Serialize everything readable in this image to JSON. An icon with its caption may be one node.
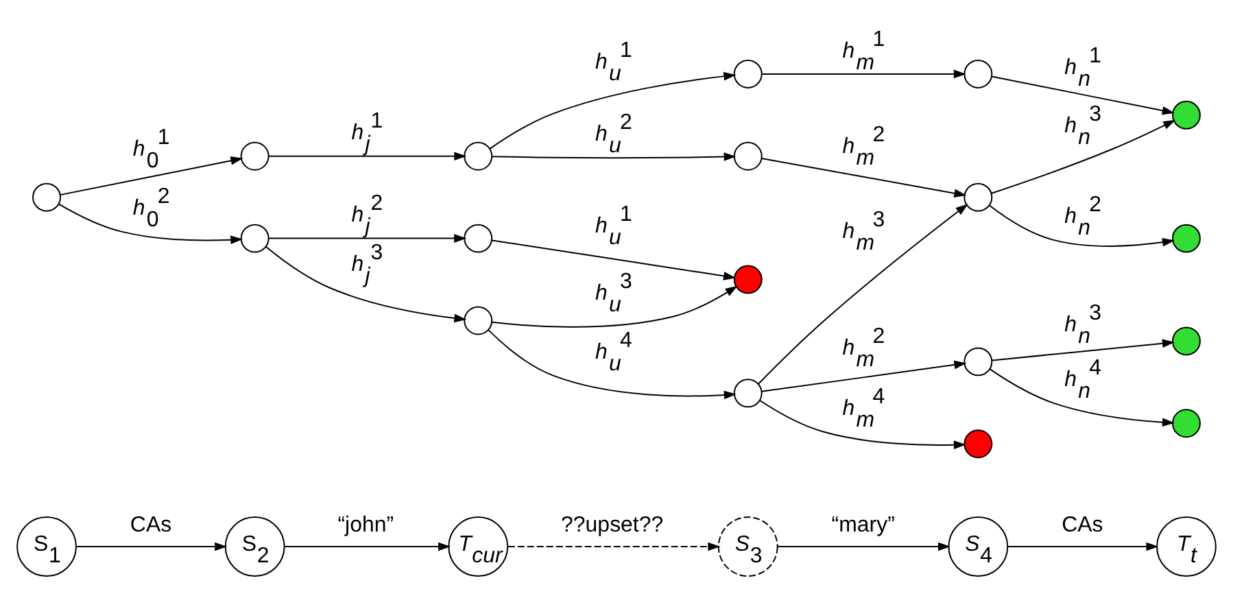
{
  "diagram": {
    "nodes": [
      {
        "text": [
          "S$_{1}$"
        ]
      },
      {
        "text": [
          "S$_{2}$"
        ]
      },
      {
        "text": [
          "*T*$_{cur}$"
        ]
      },
      {
        "text": [
          "*S*$_{3}$"
        ]
      },
      {
        "text": [
          "*S*$_{4}$"
        ]
      },
      {
        "text": [
          "*T*$_{t}$"
        ]
      },
      {
        "text": [],
        "shape": "circle"
      },
      {
        "text": [],
        "shape": "circle"
      },
      {
        "text": [],
        "shape": "circle"
      },
      {
        "text": [],
        "shape": "circle"
      },
      {
        "text": [],
        "shape": "circle"
      },
      {
        "text": [],
        "shape": "circle"
      },
      {
        "text": [],
        "shape": "circle"
      },
      {
        "text": [],
        "shape": "circle"
      },
      {
        "text": [],
        "shape": "circle"
      },
      {
        "text": [],
        "shape": "circle"
      },
      {
        "text": [],
        "shape": "circle"
      },
      {
        "text": [],
        "shape": "circle"
      },
      {
        "text": [],
        "shape": "circle"
      },
      {
        "text": [],
        "shape": "circle"
      },
      {
        "text": [],
        "shape": "circle"
      },
      {
        "text": [],
        "shape": "circle"
      },
      {
        "text": [],
        "shape": "circle"
      },
      {
        "text": [],
        "shape": "circle"
      }
    ],
    "edges": [
      {
        "from": 0,
        "to": 1,
        "arrow": "to",
        "label": "CAs"
      },
      {
        "from": 1,
        "to": 2,
        "arrow": "to",
        "label": "“john”"
      },
      {
        "from": 2,
        "to": 3,
        "arrow": "to",
        "label": "??upset??",
        "style": "dashed"
      },
      {
        "from": 3,
        "to": 4,
        "arrow": "to",
        "label": "“mary”"
      },
      {
        "from": 4,
        "to": 5,
        "arrow": "to",
        "label": "CAs"
      },
      {
        "from": 6,
        "to": 7,
        "arrow": "to",
        "label": "*h*$_{0}$$^{1}$"
      },
      {
        "from": 6,
        "to": 8,
        "arrow": "to",
        "label": "*h*$_{0}$$^{2}$"
      },
      {
        "from": 7,
        "to": 9,
        "arrow": "to",
        "label": "*h*$_{j}$$^{1}$"
      },
      {
        "from": 8,
        "to": 10,
        "arrow": "to",
        "label": "*h*$_{j}$$^{2}$"
      },
      {
        "from": 8,
        "to": 11,
        "arrow": "to",
        "label": "*h*$_{j}$$^{3}$"
      },
      {
        "from": 9,
        "to": 12,
        "arrow": "to",
        "label": "*h*$_{u}$$^{1}$"
      },
      {
        "from": 9,
        "to": 13,
        "arrow": "to",
        "label": "*h*$_{u}$$^{2}$"
      },
      {
        "from": 10,
        "to": 14,
        "arrow": "to",
        "label": "*h*$_{u}$$^{1}$"
      },
      {
        "from": 11,
        "to": 14,
        "arrow": "to",
        "label": "*h*$_{u}$$^{3}$"
      },
      {
        "from": 11,
        "to": 15,
        "arrow": "to",
        "label": "*h*$_{u}$$^{4}$"
      },
      {
        "from": 12,
        "to": 16,
        "arrow": "to",
        "label": "*h*$_{m}$$^{1}$"
      },
      {
        "from": 13,
        "to": 17,
        "arrow": "to",
        "label": "*h*$_{m}$$^{2}$"
      },
      {
        "from": 15,
        "to": 17,
        "arrow": "to",
        "label": "*h*$_{m}$$^{3}$"
      },
      {
        "from": 15,
        "to": 18,
        "arrow": "to",
        "label": "*h*$_{m}$$^{2}$"
      },
      {
        "from": 15,
        "to": 19,
        "arrow": "to",
        "label": "*h*$_{m}$$^{4}$"
      },
      {
        "from": 16,
        "to": 20,
        "arrow": "to",
        "label": "*h*$_{n}$$^{1}$"
      },
      {
        "from": 17,
        "to": 20,
        "arrow": "to",
        "label": "*h*$_{n}$$^{3}$"
      },
      {
        "from": 17,
        "to": 21,
        "arrow": "to",
        "label": "*h*$_{n}$$^{2}$"
      },
      {
        "from": 18,
        "to": 22,
        "arrow": "to",
        "label": "*h*$_{n}$$^{3}$"
      },
      {
        "from": 18,
        "to": 23,
        "arrow": "to",
        "label": "*h*$_{n}$$^{4}$"
      }
    ]
  }
}
